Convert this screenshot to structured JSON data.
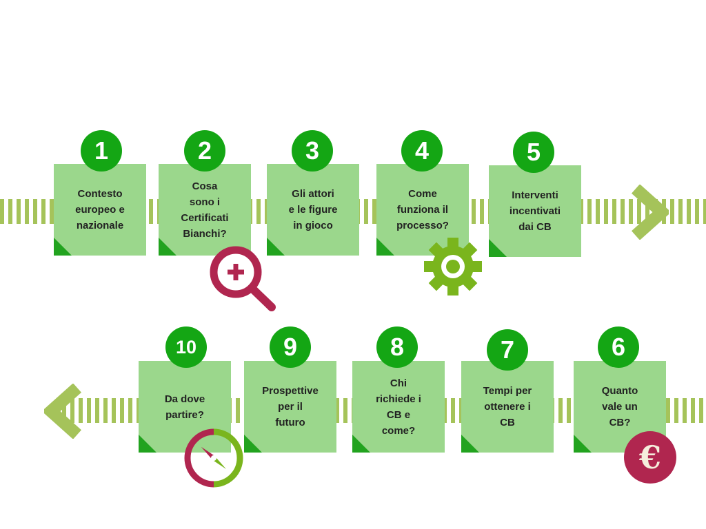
{
  "colors": {
    "card": "#9bd78c",
    "fold": "#22a31f",
    "badge": "#14a614",
    "track": "#a5c35a",
    "accent_red": "#b0264f",
    "accent_green": "#7ab51d"
  },
  "steps": [
    {
      "number": "1",
      "label": "Contesto\neuropeo e\nnazionale"
    },
    {
      "number": "2",
      "label": "Cosa\nsono i\nCertificati\nBianchi?"
    },
    {
      "number": "3",
      "label": "Gli attori\ne le figure\nin gioco"
    },
    {
      "number": "4",
      "label": "Come\nfunziona il\nprocesso?"
    },
    {
      "number": "5",
      "label": "Interventi\nincentivati\ndai CB"
    },
    {
      "number": "6",
      "label": "Quanto\nvale un\nCB?"
    },
    {
      "number": "7",
      "label": "Tempi per\nottenere i\nCB"
    },
    {
      "number": "8",
      "label": "Chi\nrichiede i\nCB e\ncome?"
    },
    {
      "number": "9",
      "label": "Prospettive\nper il\nfuturo"
    },
    {
      "number": "10",
      "label": "Da dove\npartire?"
    }
  ],
  "icons": [
    "magnifier-plus-icon",
    "gear-icon",
    "euro-icon",
    "compass-icon",
    "chevron-right-icon",
    "chevron-left-icon"
  ]
}
